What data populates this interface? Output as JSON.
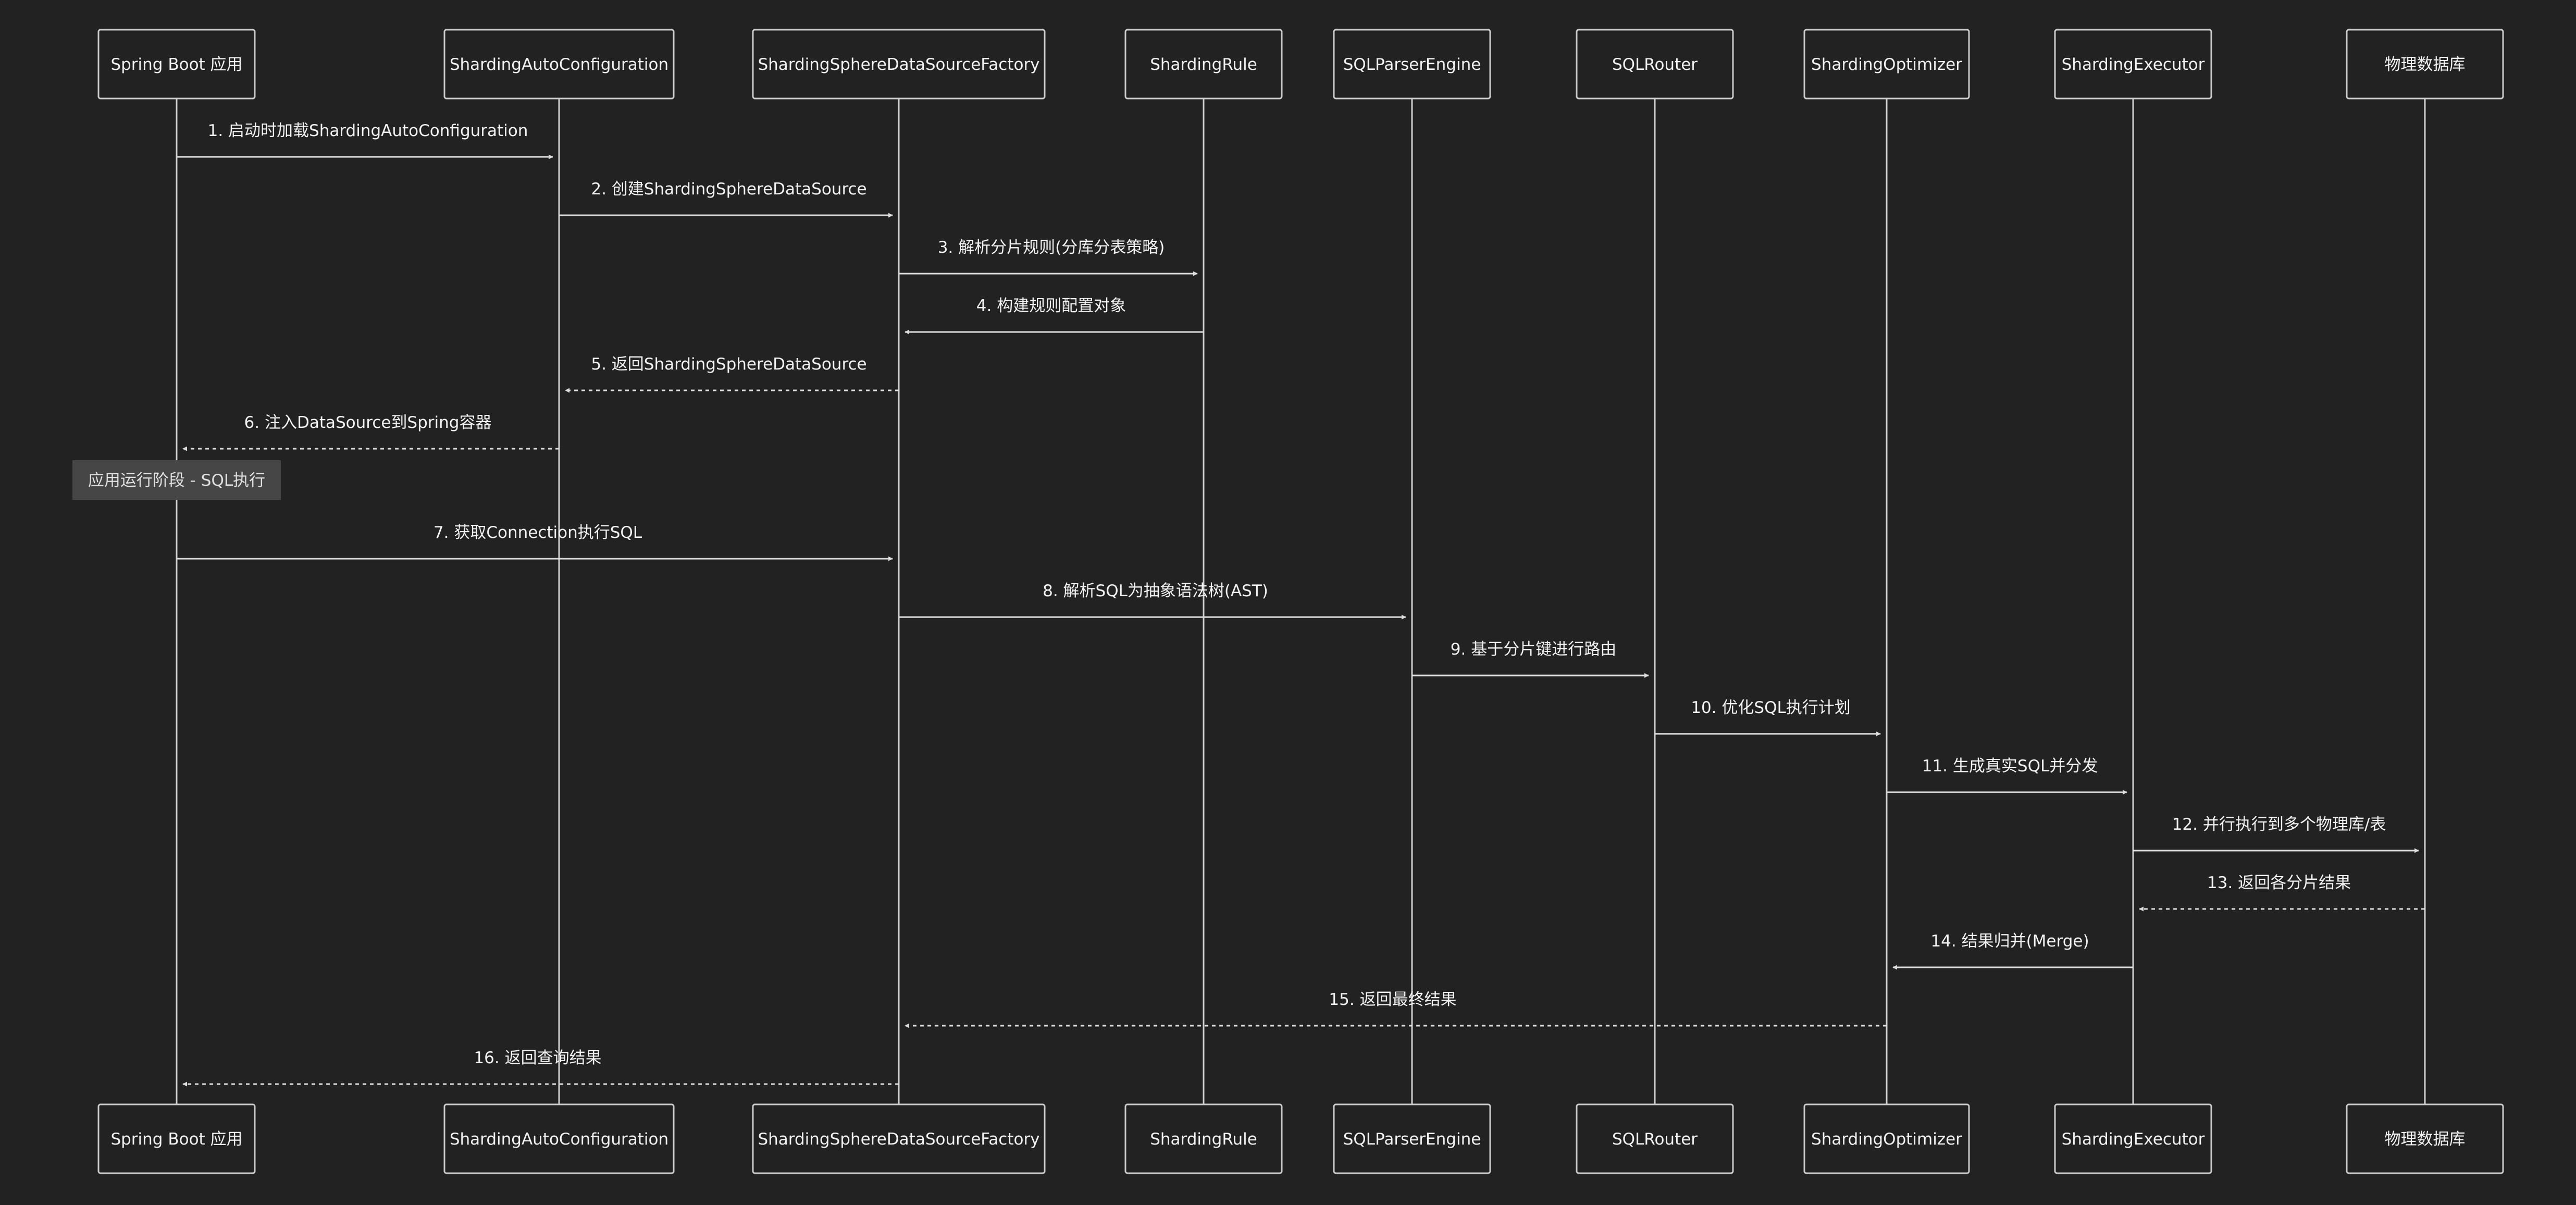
{
  "actors": [
    {
      "id": "app",
      "label": "Spring Boot 应用"
    },
    {
      "id": "autoconf",
      "label": "ShardingAutoConfiguration"
    },
    {
      "id": "factory",
      "label": "ShardingSphereDataSourceFactory"
    },
    {
      "id": "rule",
      "label": "ShardingRule"
    },
    {
      "id": "parser",
      "label": "SQLParserEngine"
    },
    {
      "id": "router",
      "label": "SQLRouter"
    },
    {
      "id": "optimizer",
      "label": "ShardingOptimizer"
    },
    {
      "id": "executor",
      "label": "ShardingExecutor"
    },
    {
      "id": "db",
      "label": "物理数据库"
    }
  ],
  "messages": [
    {
      "from": "app",
      "to": "autoconf",
      "label": "1. 启动时加载ShardingAutoConfiguration",
      "style": "solid"
    },
    {
      "from": "autoconf",
      "to": "factory",
      "label": "2. 创建ShardingSphereDataSource",
      "style": "solid"
    },
    {
      "from": "factory",
      "to": "rule",
      "label": "3. 解析分片规则(分库分表策略)",
      "style": "solid"
    },
    {
      "from": "rule",
      "to": "factory",
      "label": "4. 构建规则配置对象",
      "style": "solid"
    },
    {
      "from": "factory",
      "to": "autoconf",
      "label": "5. 返回ShardingSphereDataSource",
      "style": "dashed"
    },
    {
      "from": "autoconf",
      "to": "app",
      "label": "6. 注入DataSource到Spring容器",
      "style": "dashed"
    },
    {
      "from": "app",
      "to": "factory",
      "label": "7. 获取Connection执行SQL",
      "style": "solid"
    },
    {
      "from": "factory",
      "to": "parser",
      "label": "8. 解析SQL为抽象语法树(AST)",
      "style": "solid"
    },
    {
      "from": "parser",
      "to": "router",
      "label": "9. 基于分片键进行路由",
      "style": "solid"
    },
    {
      "from": "router",
      "to": "optimizer",
      "label": "10. 优化SQL执行计划",
      "style": "solid"
    },
    {
      "from": "optimizer",
      "to": "executor",
      "label": "11. 生成真实SQL并分发",
      "style": "solid"
    },
    {
      "from": "executor",
      "to": "db",
      "label": "12. 并行执行到多个物理库/表",
      "style": "solid"
    },
    {
      "from": "db",
      "to": "executor",
      "label": "13. 返回各分片结果",
      "style": "dashed"
    },
    {
      "from": "executor",
      "to": "optimizer",
      "label": "14. 结果归并(Merge)",
      "style": "solid"
    },
    {
      "from": "optimizer",
      "to": "factory",
      "label": "15. 返回最终结果",
      "style": "dashed"
    },
    {
      "from": "factory",
      "to": "app",
      "label": "16. 返回查询结果",
      "style": "dashed"
    }
  ],
  "note": {
    "over": "app",
    "label": "应用运行阶段 - SQL执行"
  },
  "colors": {
    "background": "#222222",
    "line": "#dddddd",
    "box_border": "#cccccc",
    "text": "#f2f2f2",
    "note_fill": "#464646"
  }
}
